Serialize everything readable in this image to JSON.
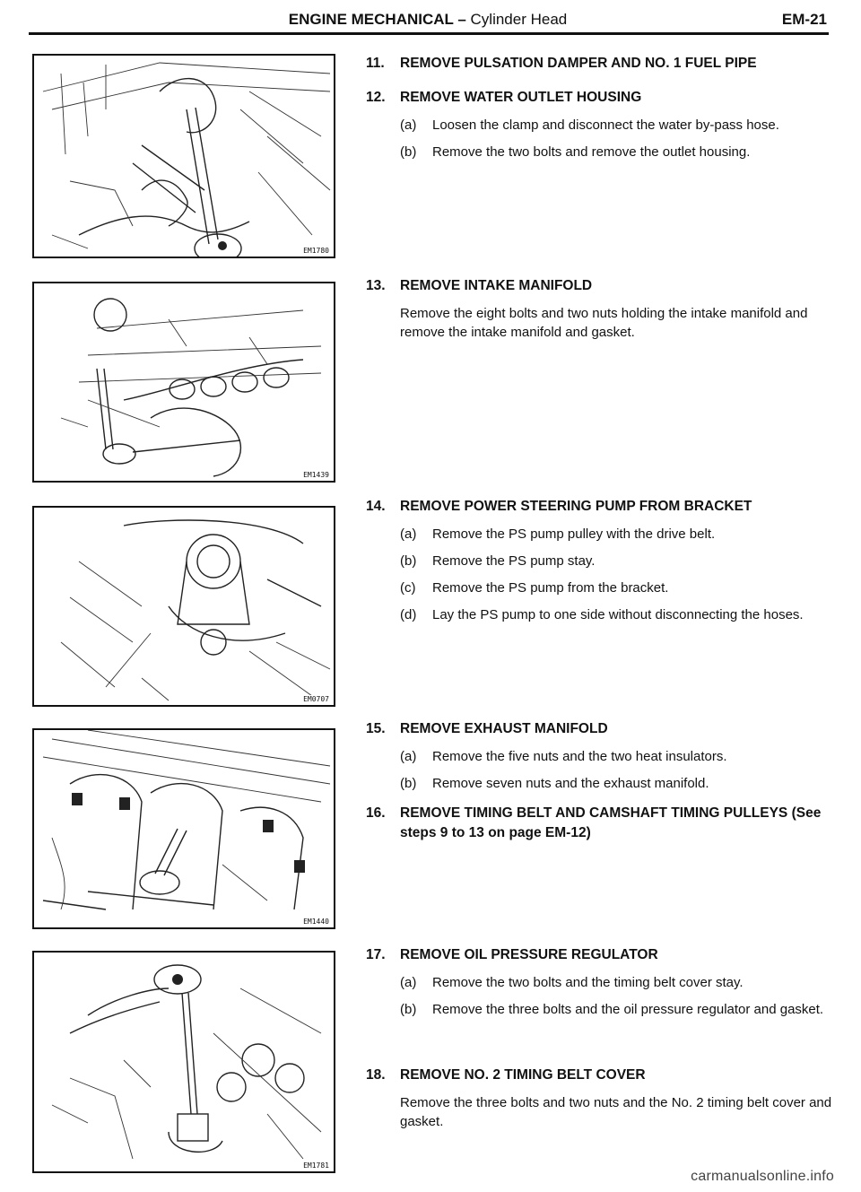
{
  "header": {
    "title_main": "ENGINE MECHANICAL",
    "title_sep": " – ",
    "title_sub": "Cylinder Head",
    "page": "EM-21"
  },
  "figures": [
    {
      "code": "EM1780"
    },
    {
      "code": "EM1439"
    },
    {
      "code": "EM0707"
    },
    {
      "code": "EM1440"
    },
    {
      "code": "EM1781"
    }
  ],
  "steps": [
    {
      "num": "11.",
      "title": "REMOVE PULSATION DAMPER AND NO. 1 FUEL PIPE"
    },
    {
      "num": "12.",
      "title": "REMOVE WATER OUTLET HOUSING",
      "items": [
        {
          "label": "(a)",
          "text": "Loosen the clamp and disconnect the water by-pass hose."
        },
        {
          "label": "(b)",
          "text": "Remove the two bolts and remove the outlet housing."
        }
      ]
    },
    {
      "num": "13.",
      "title": "REMOVE INTAKE MANIFOLD",
      "body": "Remove the eight bolts and two nuts holding the intake manifold and remove the intake manifold and gasket."
    },
    {
      "num": "14.",
      "title": "REMOVE POWER STEERING PUMP FROM BRACKET",
      "items": [
        {
          "label": "(a)",
          "text": "Remove the PS pump pulley with the drive belt."
        },
        {
          "label": "(b)",
          "text": "Remove the PS pump stay."
        },
        {
          "label": "(c)",
          "text": "Remove the PS pump from the bracket."
        },
        {
          "label": "(d)",
          "text": "Lay the PS pump to one side without disconnecting the hoses."
        }
      ]
    },
    {
      "num": "15.",
      "title": "REMOVE EXHAUST MANIFOLD",
      "items": [
        {
          "label": "(a)",
          "text": "Remove the five nuts and the two heat insulators."
        },
        {
          "label": "(b)",
          "text": "Remove seven nuts and the exhaust manifold."
        }
      ]
    },
    {
      "num": "16.",
      "title": "REMOVE TIMING BELT AND CAMSHAFT TIMING PULLEYS (See steps 9 to 13 on page EM-12)"
    },
    {
      "num": "17.",
      "title": "REMOVE OIL PRESSURE REGULATOR",
      "items": [
        {
          "label": "(a)",
          "text": "Remove the two bolts and the timing belt cover stay."
        },
        {
          "label": "(b)",
          "text": "Remove the three bolts and the oil pressure regulator and gasket."
        }
      ]
    },
    {
      "num": "18.",
      "title": "REMOVE NO. 2 TIMING BELT COVER",
      "body": "Remove the three bolts and two nuts and the No. 2 timing belt cover and gasket."
    }
  ],
  "watermark": "carmanualsonline.info"
}
